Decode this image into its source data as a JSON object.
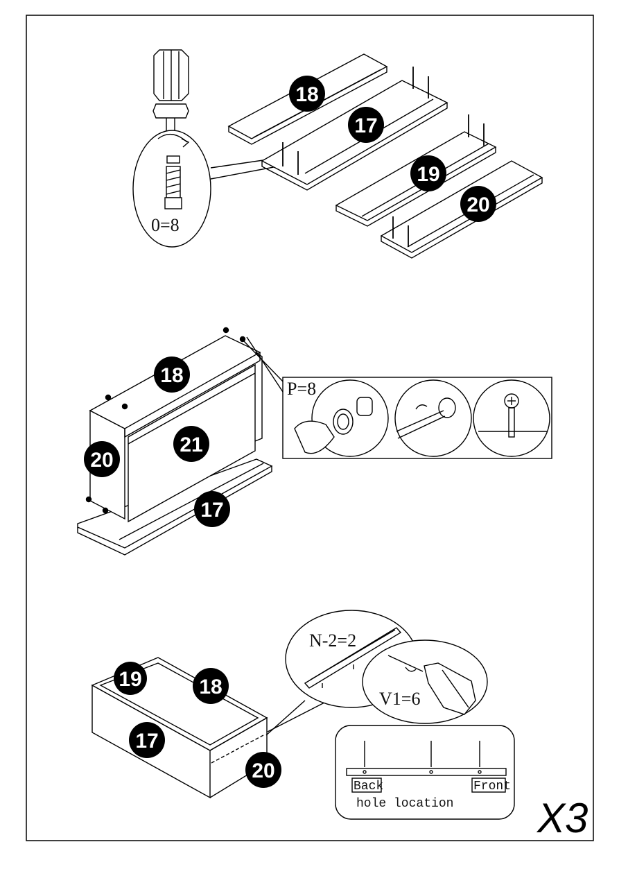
{
  "document": {
    "multiplier": "X3",
    "step1": {
      "parts": [
        "18",
        "17",
        "19",
        "20"
      ],
      "hardware_label": "0=8"
    },
    "step2": {
      "parts": [
        "18",
        "21",
        "20",
        "17"
      ],
      "hardware_label": "P=8"
    },
    "step3": {
      "parts": [
        "19",
        "18",
        "17",
        "20"
      ],
      "slide_label": "N-2=2",
      "screw_label": "V1=6",
      "hole_location": {
        "back": "Back",
        "front": "Front",
        "caption": "hole location"
      }
    }
  },
  "colors": {
    "line": "#000000",
    "badge": "#000000",
    "paper": "#ffffff",
    "watermark": "#c6cdf0"
  }
}
